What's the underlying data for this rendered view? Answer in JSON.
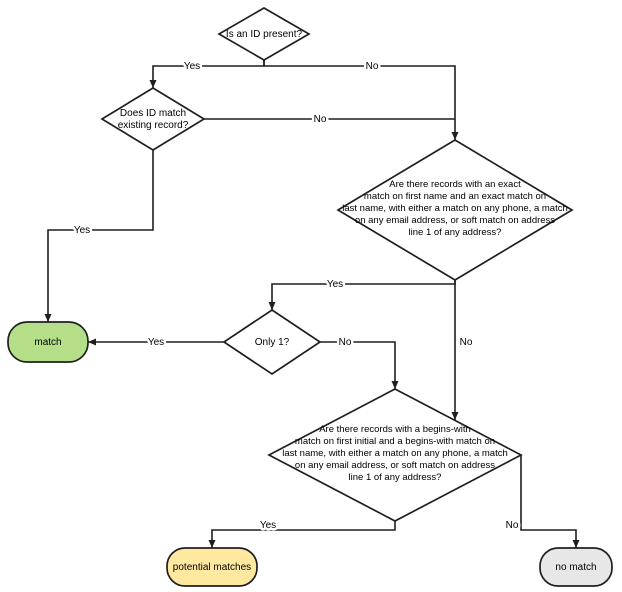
{
  "colors": {
    "line": "#1f1f1f",
    "decision_fill": "#ffffff",
    "match_fill": "#b4de87",
    "potential_matches_fill": "#ffe9a0",
    "no_match_fill": "#e7e7e7"
  },
  "nodes": {
    "is_id_present": {
      "label": "Is an ID present?"
    },
    "does_id_match": {
      "line1": "Does ID match",
      "line2": "existing record?"
    },
    "exact_match_q": {
      "line1": "Are there records with an exact",
      "line2": "match on first name and an exact match on",
      "line3": "last name, with either a match on any phone, a match",
      "line4": "on any email address, or soft match on address",
      "line5": "line 1 of any address?"
    },
    "only_one": {
      "label": "Only 1?"
    },
    "begins_with_q": {
      "line1": "Are there records with a begins-with",
      "line2": "match on first initial and a begins-with match on",
      "line3": "last name, with either a match on any phone, a match",
      "line4": "on any email address, or soft match on address",
      "line5": "line 1 of any address?"
    },
    "match": {
      "label": "match"
    },
    "potential_matches": {
      "label": "potential matches"
    },
    "no_match": {
      "label": "no match"
    }
  },
  "edge_labels": {
    "id_present_yes": "Yes",
    "id_present_no": "No",
    "id_match_yes": "Yes",
    "id_match_no": "No",
    "exact_match_yes": "Yes",
    "exact_match_no": "No",
    "only_one_yes": "Yes",
    "only_one_no": "No",
    "begins_with_yes": "Yes",
    "begins_with_no": "No"
  }
}
